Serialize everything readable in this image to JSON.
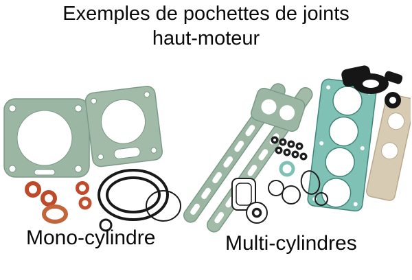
{
  "title": {
    "line1": "Exemples de pochettes de joints",
    "line2": "haut-moteur"
  },
  "captions": {
    "mono": "Mono-cylindre",
    "multi": "Multi-cylindres"
  },
  "colors": {
    "background": "#ffffff",
    "text": "#0a0a0a",
    "gasket_green": "#9cb6a4",
    "gasket_green_edge": "#7a9a87",
    "head_gasket_teal": "#7fc2b5",
    "head_gasket_teal_edge": "#3f8577",
    "oring_orange": "#bf4a2a",
    "washer_copper": "#c3653a",
    "rubber_black": "#191919",
    "paper_tan": "#d8cbb4"
  }
}
